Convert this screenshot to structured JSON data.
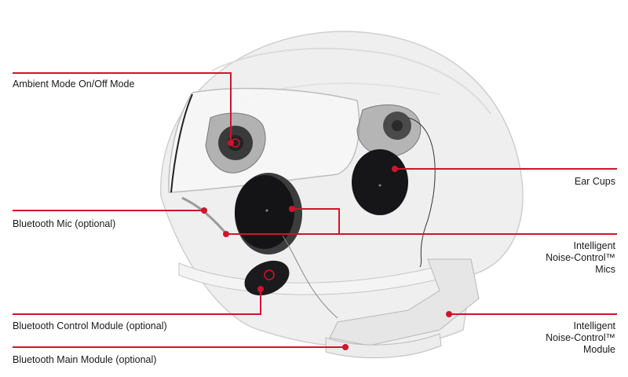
{
  "colors": {
    "callout": "#d0142c",
    "shell": "#eeeeee",
    "shell_edge": "#c8c8c8",
    "device": "#1b1b1e",
    "background": "#ffffff"
  },
  "labels": {
    "ambient_mode": "Ambient Mode On/Off Mode",
    "bt_mic": "Bluetooth Mic (optional)",
    "bt_control": "Bluetooth Control Module (optional)",
    "bt_main": "Bluetooth Main Module (optional)",
    "ear_cups": "Ear Cups",
    "inc_mics": [
      "Intelligent",
      "Noise-Control™",
      "Mics"
    ],
    "inc_module": [
      "Intelligent",
      "Noise-Control™",
      "Module"
    ]
  }
}
